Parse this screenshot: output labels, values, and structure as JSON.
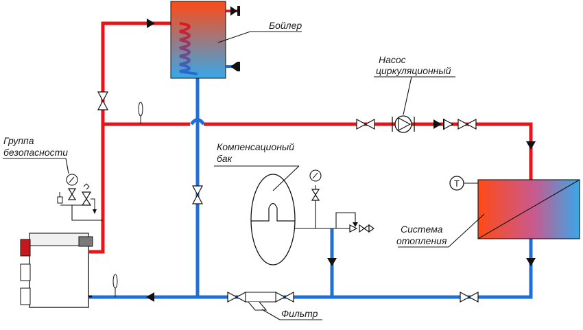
{
  "labels": {
    "boiler": "Бойлер",
    "pump_line1": "Насос",
    "pump_line2": "циркуляционный",
    "safety_line1": "Группа",
    "safety_line2": "безопасности",
    "tank_line1": "Компенсационый",
    "tank_line2": "бак",
    "heating_line1": "Система",
    "heating_line2": "отопления",
    "filter": "Фильтр",
    "thermometer_letter": "T"
  },
  "colors": {
    "hot_pipe": "#e3161b",
    "cold_pipe": "#1f6fd6",
    "gradient_hot": "#ff4a16",
    "gradient_cold": "#38a8e8",
    "outline": "#111111"
  },
  "icons": [
    "check-valve-icon",
    "flow-arrow-icon",
    "circulation-pump-icon",
    "pressure-gauge-icon",
    "thermometer-icon",
    "filter-icon",
    "heating-coil-icon"
  ]
}
